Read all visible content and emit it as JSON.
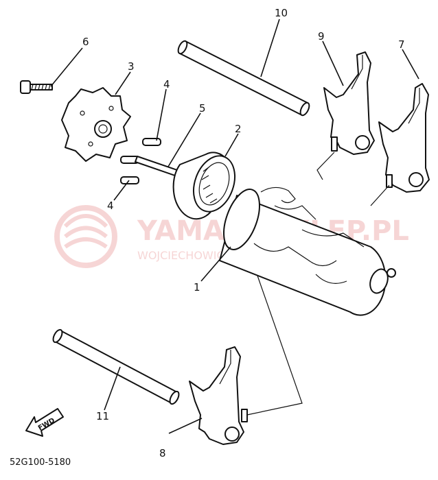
{
  "callouts": [
    {
      "id": "1",
      "text": "1"
    },
    {
      "id": "2",
      "text": "2"
    },
    {
      "id": "3",
      "text": "3"
    },
    {
      "id": "4a",
      "text": "4"
    },
    {
      "id": "4b",
      "text": "4"
    },
    {
      "id": "5",
      "text": "5"
    },
    {
      "id": "6",
      "text": "6"
    },
    {
      "id": "7",
      "text": "7"
    },
    {
      "id": "8",
      "text": "8"
    },
    {
      "id": "9",
      "text": "9"
    },
    {
      "id": "10",
      "text": "10"
    },
    {
      "id": "11",
      "text": "11"
    }
  ],
  "direction_marker": "FWD",
  "diagram_code": "52G100-5180",
  "watermark": {
    "brand": "YAMAHASKLEP.PL",
    "sub": "WOJCIECHOWICZ MICHAŁ BY YAMAHA",
    "color": "#e88a8a"
  }
}
